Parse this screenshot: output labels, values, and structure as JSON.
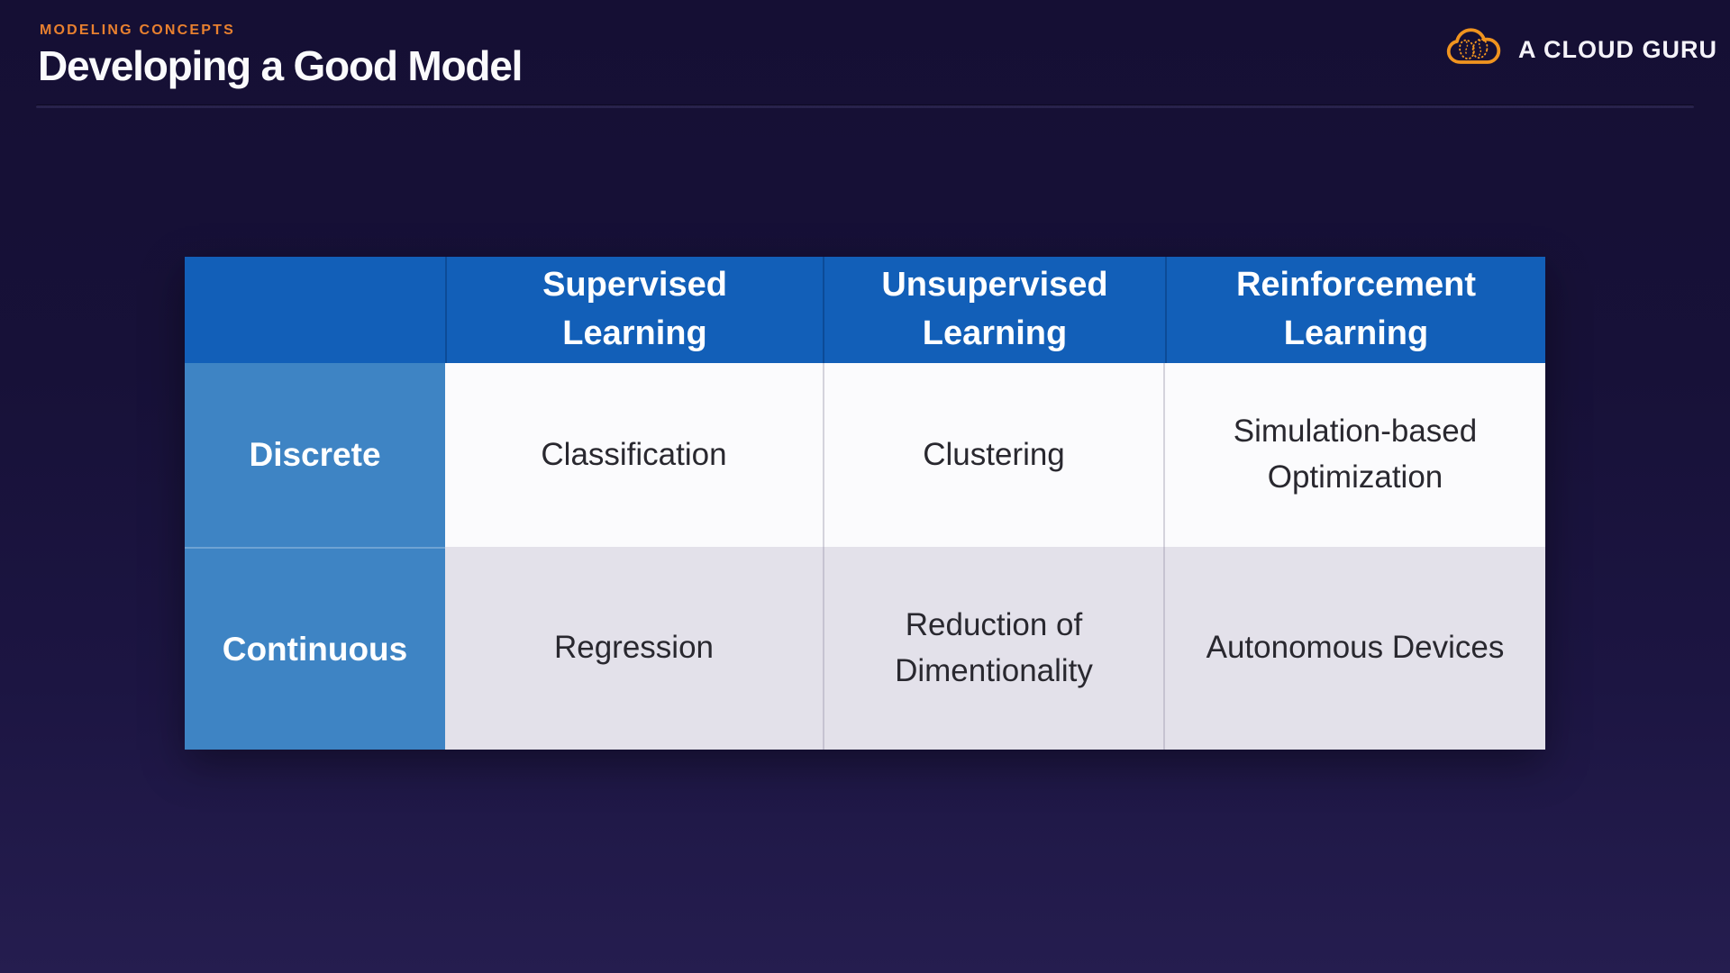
{
  "slide": {
    "eyebrow": "MODELING CONCEPTS",
    "title": "Developing a Good Model"
  },
  "logo": {
    "label": "A CLOUD GURU",
    "icon": "cloud-guru-cloud-icon"
  },
  "colors": {
    "background_top": "#150F34",
    "background_bottom": "#251D4F",
    "accent_orange": "#E8802F",
    "logo_orange": "#F0941F",
    "header_blue": "#125FB8",
    "row_label_blue": "#3E84C4",
    "row_first_bg": "#FBFBFD",
    "row_second_bg": "#E3E1EA",
    "cell_text": "#29282F"
  },
  "table": {
    "columns": [
      {
        "label": "Supervised Learning"
      },
      {
        "label": "Unsupervised Learning"
      },
      {
        "label": "Reinforcement Learning"
      }
    ],
    "rows": [
      {
        "label": "Discrete",
        "cells": [
          "Classification",
          "Clustering",
          "Simulation-based Optimization"
        ]
      },
      {
        "label": "Continuous",
        "cells": [
          "Regression",
          "Reduction of Dimentionality",
          "Autonomous Devices"
        ]
      }
    ]
  }
}
